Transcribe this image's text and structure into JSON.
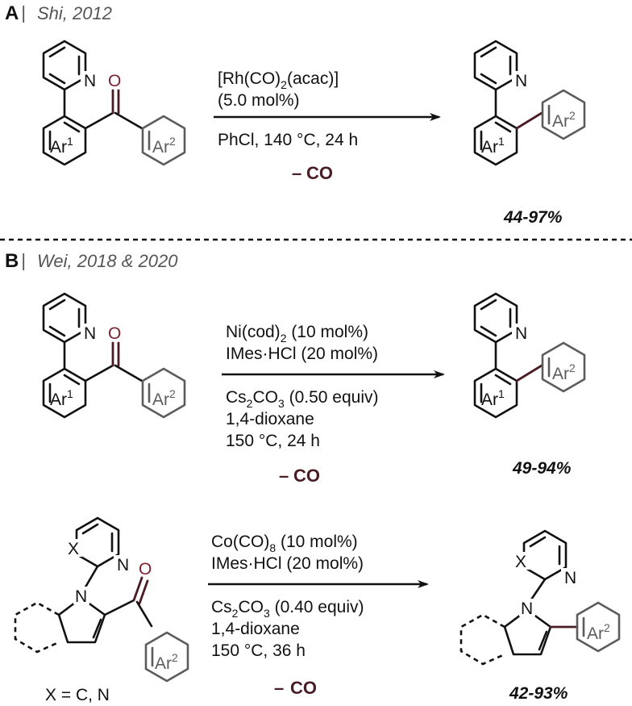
{
  "colors": {
    "ink": "#111111",
    "aryl_gray": "#5c5c5c",
    "carbonyl_red": "#7a2230",
    "co_label": "#4a1c24",
    "divider": "#555555"
  },
  "panel_a": {
    "letter": "A",
    "separator": "|",
    "reference": "Shi, 2012",
    "reactant": {
      "n_label": "N",
      "o_label": "O",
      "ar1_base": "Ar",
      "ar1_sup": "1",
      "ar2_base": "Ar",
      "ar2_sup": "2"
    },
    "conditions": {
      "line1_a": "[Rh(CO)",
      "line1_sub": "2",
      "line1_b": "(acac)]",
      "line2": "(5.0 mol%)",
      "line3": "PhCl, 140 °C, 24 h"
    },
    "loss_sign": "–",
    "loss_label": "CO",
    "product": {
      "n_label": "N",
      "ar1_base": "Ar",
      "ar1_sup": "1",
      "ar2_base": "Ar",
      "ar2_sup": "2"
    },
    "yield": "44-97%"
  },
  "panel_b": {
    "letter": "B",
    "separator": "|",
    "reference": "Wei, 2018 & 2020",
    "reaction_1": {
      "reactant": {
        "n_label": "N",
        "o_label": "O",
        "ar1_base": "Ar",
        "ar1_sup": "1",
        "ar2_base": "Ar",
        "ar2_sup": "2"
      },
      "conditions": {
        "line1_a": "Ni(cod)",
        "line1_sub": "2",
        "line1_b": " (10 mol%)",
        "line2": "IMes·HCl (20 mol%)",
        "line3_a": "Cs",
        "line3_sub": "2",
        "line3_b": "CO",
        "line3_sub2": "3",
        "line3_c": " (0.50 equiv)",
        "line4": "1,4-dioxane",
        "line5": "150 °C, 24 h"
      },
      "loss_sign": "–",
      "loss_label": "CO",
      "product": {
        "n_label": "N",
        "ar1_base": "Ar",
        "ar1_sup": "1",
        "ar2_base": "Ar",
        "ar2_sup": "2"
      },
      "yield": "49-94%"
    },
    "reaction_2": {
      "reactant": {
        "x_label": "X",
        "n_label": "N",
        "n1_label": "N",
        "o_label": "O",
        "ar2_base": "Ar",
        "ar2_sup": "2"
      },
      "x_definition": "X = C, N",
      "conditions": {
        "line1_a": "Co(CO)",
        "line1_sub": "8",
        "line1_b": " (10 mol%)",
        "line2": "IMes·HCl (20 mol%)",
        "line3_a": "Cs",
        "line3_sub": "2",
        "line3_b": "CO",
        "line3_sub2": "3",
        "line3_c": " (0.40 equiv)",
        "line4": "1,4-dioxane",
        "line5": "150 °C, 36 h"
      },
      "loss_sign": "–",
      "loss_label": "CO",
      "product": {
        "x_label": "X",
        "n_label": "N",
        "n1_label": "N",
        "ar2_base": "Ar",
        "ar2_sup": "2"
      },
      "yield": "42-93%"
    }
  }
}
